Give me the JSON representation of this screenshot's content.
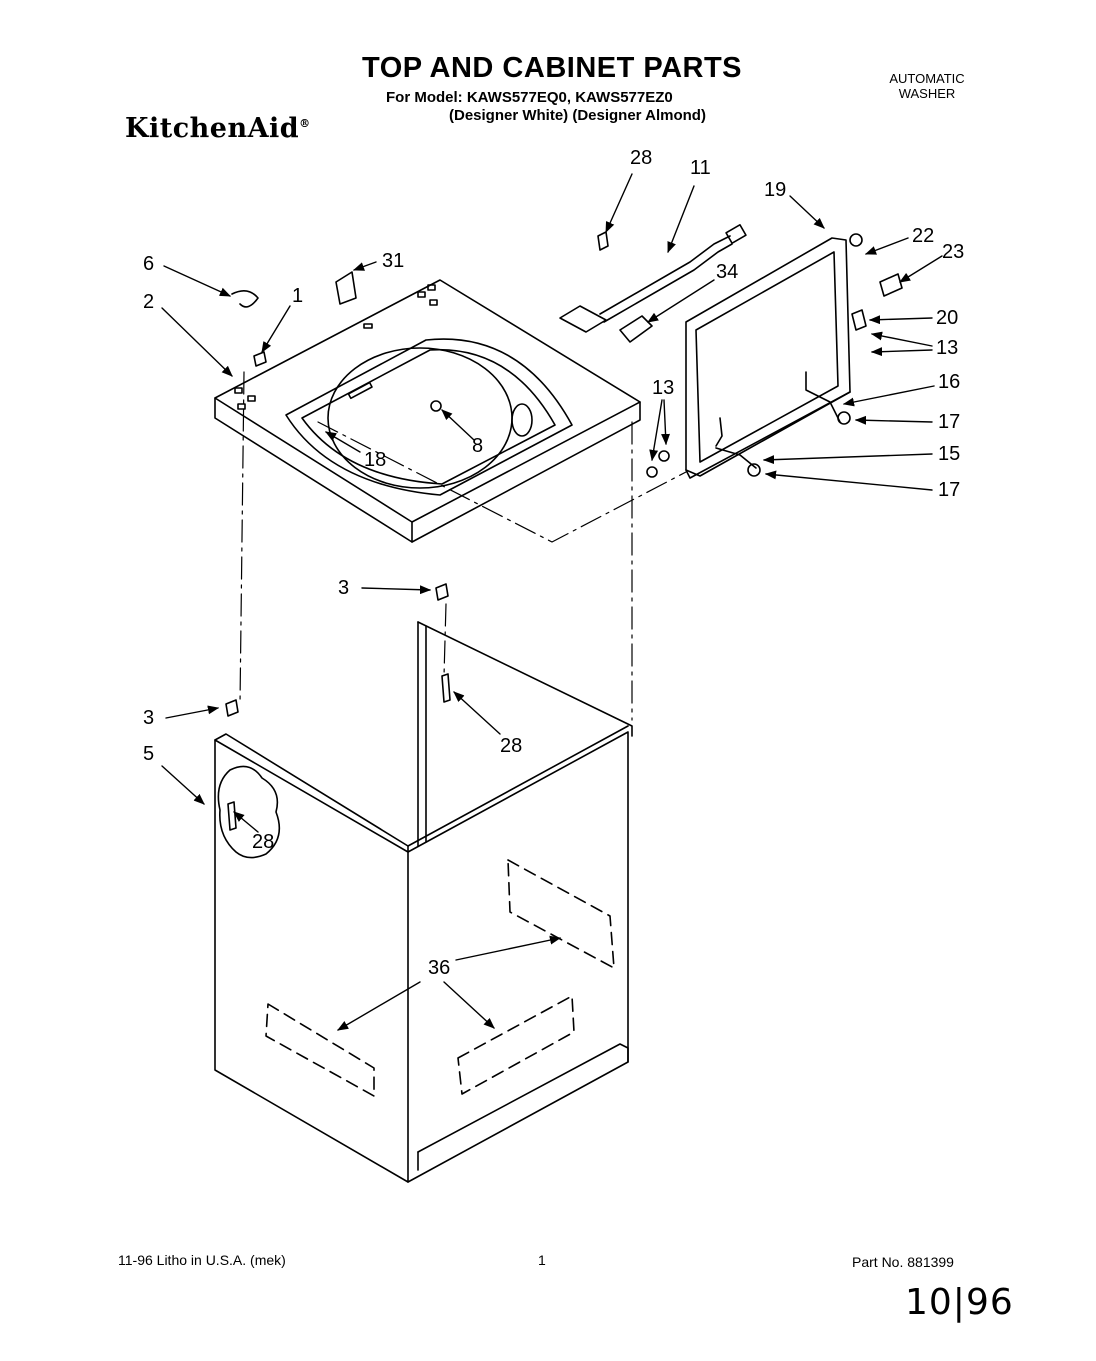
{
  "header": {
    "title": "TOP AND CABINET PARTS",
    "model_line": "For Model: KAWS577EQ0, KAWS577EZ0",
    "color_line": "(Designer White) (Designer Almond)",
    "product_type_line1": "AUTOMATIC",
    "product_type_line2": "WASHER",
    "brand": "KitchenAid"
  },
  "callouts": {
    "c28_top": "28",
    "c11": "11",
    "c19": "19",
    "c22": "22",
    "c23": "23",
    "c6": "6",
    "c31": "31",
    "c34": "34",
    "c2": "2",
    "c1": "1",
    "c20": "20",
    "c13_right": "13",
    "c16": "16",
    "c13_left": "13",
    "c8": "8",
    "c18": "18",
    "c17_upper": "17",
    "c15": "15",
    "c17_lower": "17",
    "c3_upper": "3",
    "c3_lower": "3",
    "c28_mid": "28",
    "c5": "5",
    "c28_side": "28",
    "c36": "36"
  },
  "footer": {
    "litho": "11-96 Litho in U.S.A. (mek)",
    "page": "1",
    "part_no": "Part No. 881399",
    "handwritten_date": "10|96"
  }
}
